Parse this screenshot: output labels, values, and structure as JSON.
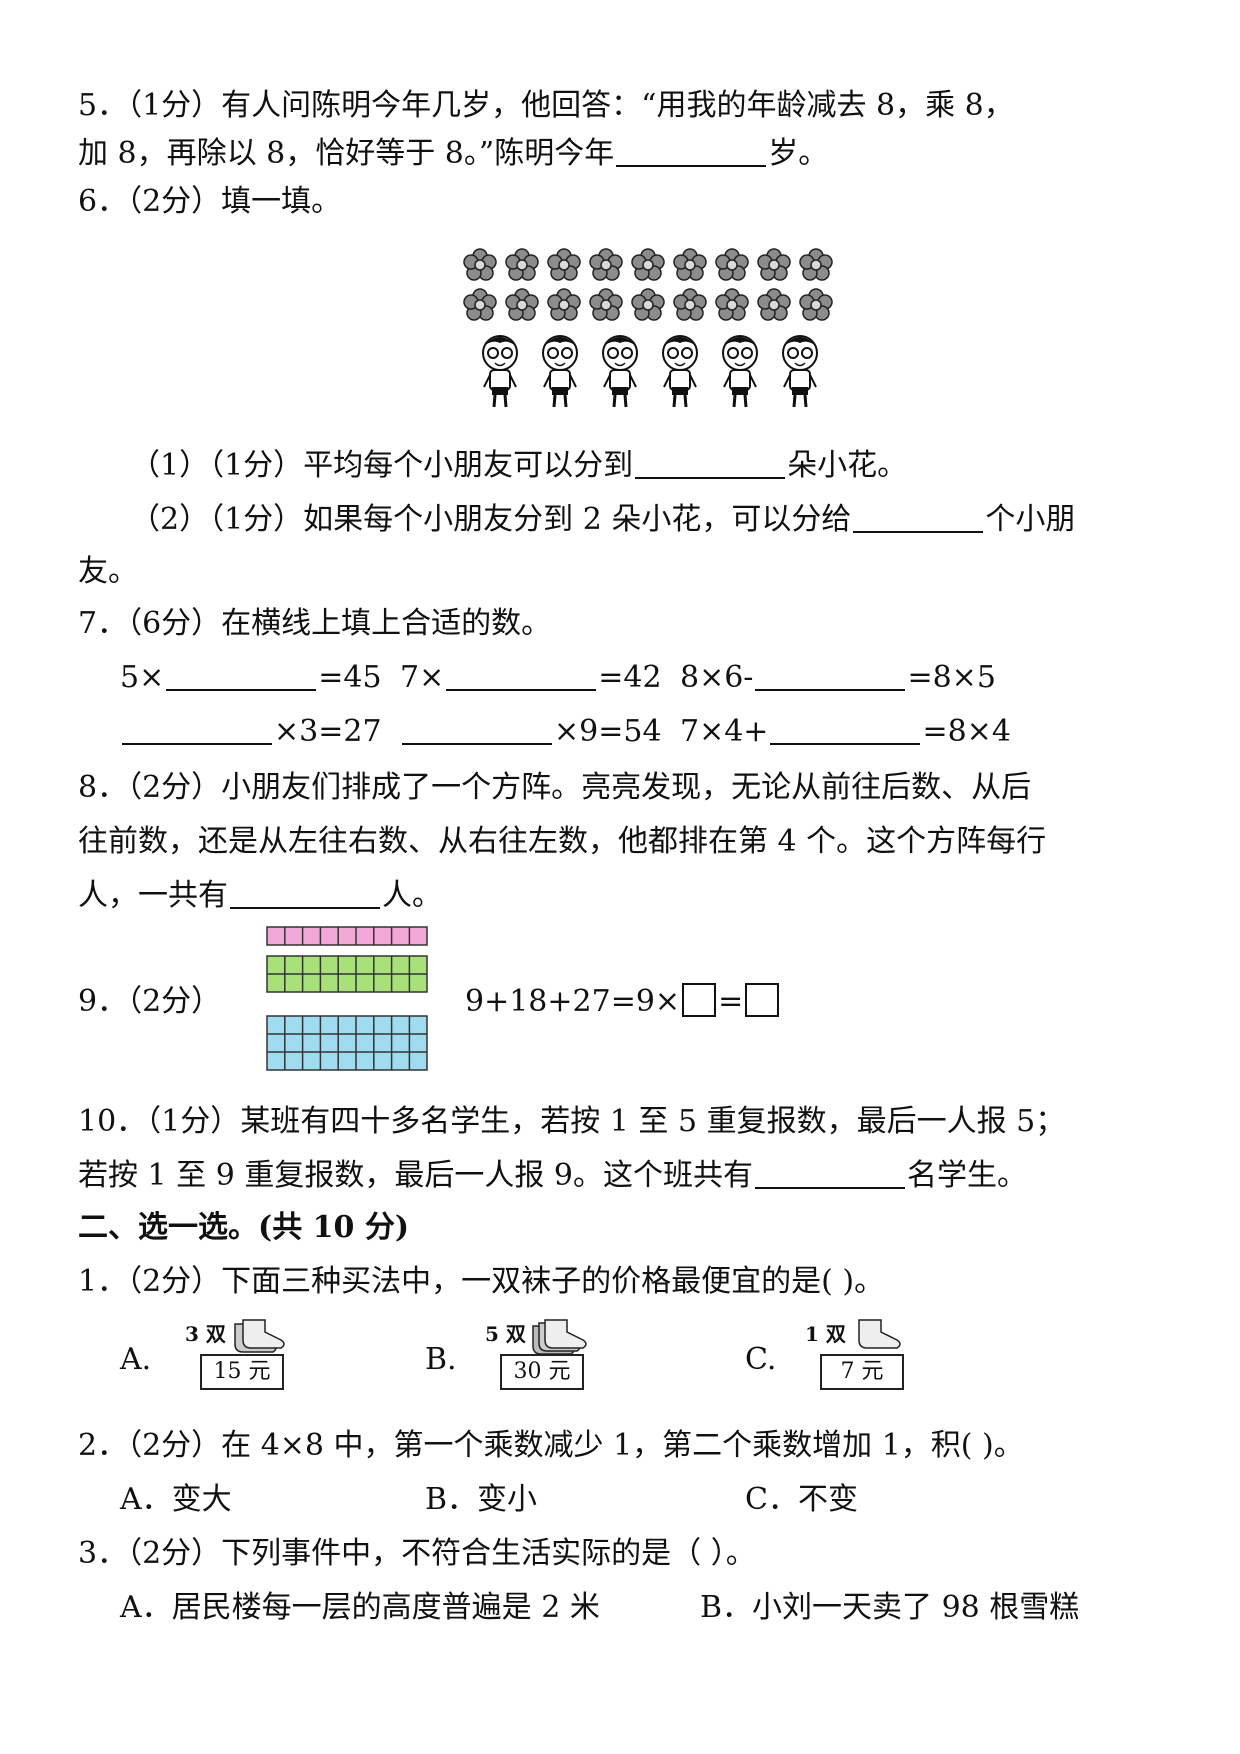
{
  "q5": {
    "line1": "5．（1分）有人问陈明今年几岁，他回答：“用我的年龄减去 8，乘 8，",
    "line2_pre": "加 8，再除以 8，恰好等于 8。”陈明今年",
    "line2_post": "岁。"
  },
  "q6": {
    "title": "6．（2分）填一填。",
    "sub1_pre": "（1）（1分）平均每个小朋友可以分到",
    "sub1_post": "朵小花。",
    "sub2_pre": "（2）（1分）如果每个小朋友分到 2 朵小花，可以分给",
    "sub2_post": "个小朋",
    "sub2_cont": "友。",
    "flowers": 18,
    "children": 6
  },
  "q7": {
    "title": "7．（6分）在横线上填上合适的数。",
    "row1": [
      {
        "pre": "5×",
        "post": "=45"
      },
      {
        "pre": "7×",
        "post": "=42"
      },
      {
        "pre": "8×6-",
        "post": "=8×5"
      }
    ],
    "row2": [
      {
        "pre": "",
        "post": "×3=27"
      },
      {
        "pre": "",
        "post": "×9=54"
      },
      {
        "pre": "7×4+",
        "post": "=8×4"
      }
    ]
  },
  "q8": {
    "line1": "8．（2分）小朋友们排成了一个方阵。亮亮发现，无论从前往后数、从后",
    "line2": "往前数，还是从左往右数、从右往左数，他都排在第 4 个。这个方阵每行",
    "line3_pre": "人，一共有",
    "line3_post": "人。"
  },
  "q9": {
    "label": "9．（2分）",
    "eq_pre": "9+18+27=9×",
    "eq_mid": "=",
    "colors": {
      "pink": "#f2a8d6",
      "green": "#a8e07a",
      "blue": "#9fdcef"
    }
  },
  "q10": {
    "line1": "10．（1分）某班有四十多名学生，若按 1 至 5 重复报数，最后一人报 5；",
    "line2_pre": "若按 1 至 9 重复报数，最后一人报 9。这个班共有",
    "line2_post": "名学生。"
  },
  "section2": {
    "title": "二、选一选。(共 10 分)"
  },
  "s2q1": {
    "title": "1．（2分）下面三种买法中，一双袜子的价格最便宜的是(        )。",
    "options": [
      {
        "letter": "A.",
        "pairs": "3 双",
        "price": "15 元"
      },
      {
        "letter": "B.",
        "pairs": "5 双",
        "price": "30 元"
      },
      {
        "letter": "C.",
        "pairs": "1 双",
        "price": "7 元"
      }
    ]
  },
  "s2q2": {
    "title": "2．（2分）在 4×8 中，第一个乘数减少 1，第二个乘数增加 1，积(        )。",
    "options": [
      "A．变大",
      "B．变小",
      "C．不变"
    ]
  },
  "s2q3": {
    "title": "3．（2分）下列事件中，不符合生活实际的是（        ）。",
    "options": [
      "A．居民楼每一层的高度普遍是 2 米",
      "B．小刘一天卖了 98 根雪糕"
    ]
  }
}
